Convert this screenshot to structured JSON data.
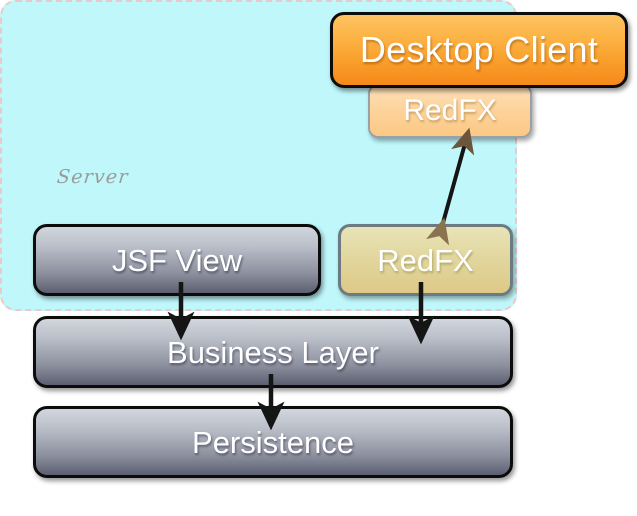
{
  "diagram": {
    "title_caption": "Server",
    "client": {
      "label": "Desktop Client",
      "redfx_label": "RedFX",
      "color": "#f99a27",
      "redfx_color": "#fdd49d"
    },
    "server": {
      "caption": "Server",
      "panel_color": "#bff7fb",
      "border_color": "#e9c9c9",
      "boxes": [
        {
          "label": "JSF View",
          "color": "#8d909e"
        },
        {
          "label": "RedFX",
          "color": "#e2d79f"
        },
        {
          "label": "Business Layer",
          "color": "#8d909e"
        },
        {
          "label": "Persistence",
          "color": "#8d909e"
        }
      ]
    },
    "connections": [
      {
        "name": "client-redfx-to-server-redfx",
        "kind": "double-arrow",
        "color": "#1a1a1a"
      },
      {
        "name": "jsf-view-to-business-layer",
        "kind": "arrow",
        "color": "#1a1a1a"
      },
      {
        "name": "server-redfx-to-business-layer",
        "kind": "arrow",
        "color": "#1a1a1a"
      },
      {
        "name": "business-layer-to-persistence",
        "kind": "arrow",
        "color": "#1a1a1a"
      }
    ]
  }
}
